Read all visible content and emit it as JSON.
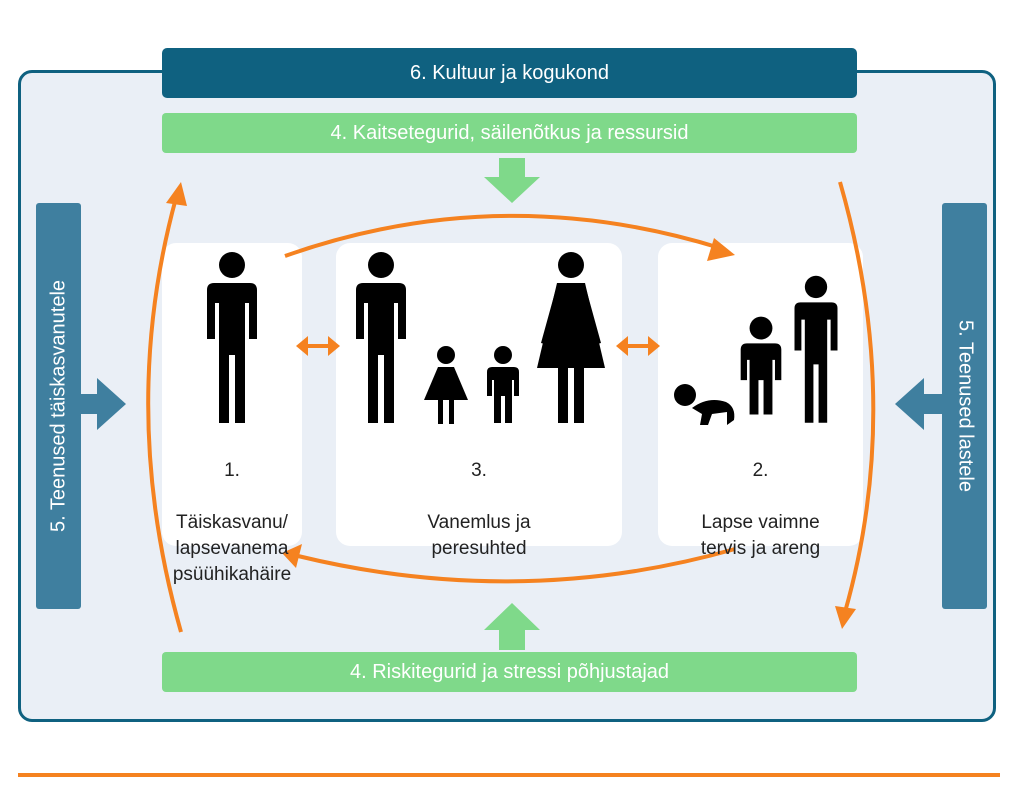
{
  "culture_bar": "6. Kultuur ja kogukond",
  "protective_bar": "4. Kaitsetegurid, säilenõtkus ja ressursid",
  "risk_bar": "4. Riskitegurid ja stressi põhjustajad",
  "services_adults": "5. Teenused täiskasvanutele",
  "services_children": "5. Teenused lastele",
  "boxes": {
    "adult": {
      "number": "1.",
      "label": "Täiskasvanu/\nlapsevanema\npsüühikahäire"
    },
    "parenting": {
      "number": "3.",
      "label": "Vanemlus ja\nperesuhted"
    },
    "child": {
      "number": "2.",
      "label": "Lapse vaimne\ntervis ja areng"
    }
  },
  "colors": {
    "dark_teal": "#0f6180",
    "side_blue": "#3f7f9f",
    "green": "#7fd98a",
    "orange": "#f58220",
    "background": "#eaeff6"
  }
}
